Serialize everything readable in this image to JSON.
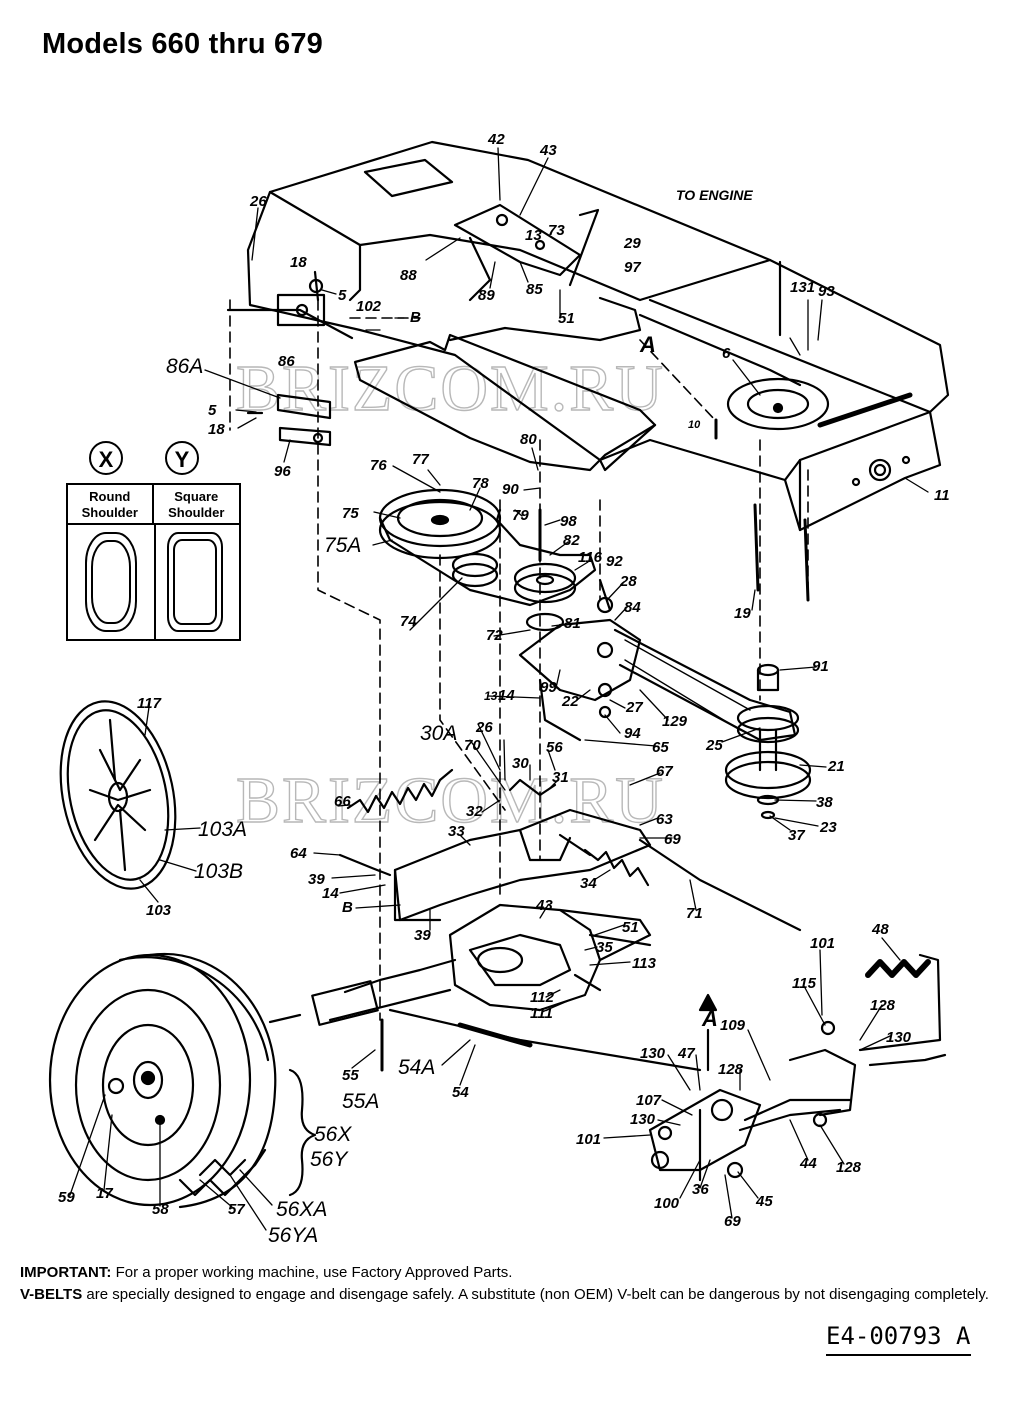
{
  "title": "Models 660 thru 679",
  "watermark": "BRIZCOM.RU",
  "shoulder": {
    "x_letter": "X",
    "y_letter": "Y",
    "round": "Round Shoulder",
    "square": "Square Shoulder"
  },
  "to_engine": "TO ENGINE",
  "notes": {
    "important_key": "IMPORTANT:",
    "important_text": "For a proper working machine, use Factory Approved Parts.",
    "vbelts_key": "V-BELTS",
    "vbelts_text": "are specially designed to engage and disengage safely. A substitute (non OEM) V-belt can be dangerous by not disengaging completely."
  },
  "ref_code": "E4-00793 A",
  "callouts": [
    "42",
    "43",
    "26",
    "73",
    "13",
    "29",
    "97",
    "88",
    "89",
    "85",
    "51",
    "18",
    "5",
    "102",
    "B",
    "A",
    "131",
    "93",
    "86A",
    "86",
    "5",
    "18",
    "96",
    "6",
    "10",
    "11",
    "80",
    "76",
    "77",
    "78",
    "90",
    "75",
    "75A",
    "79",
    "98",
    "82",
    "116",
    "92",
    "74",
    "28",
    "84",
    "72",
    "81",
    "19",
    "91",
    "14",
    "99",
    "13",
    "22",
    "27",
    "129",
    "94",
    "65",
    "25",
    "30A",
    "26",
    "70",
    "56",
    "30",
    "31",
    "67",
    "21",
    "66",
    "32",
    "33",
    "63",
    "69",
    "38",
    "37",
    "23",
    "117",
    "103A",
    "103B",
    "103",
    "64",
    "39",
    "14",
    "B",
    "34",
    "71",
    "43",
    "51",
    "35",
    "113",
    "39",
    "48",
    "101",
    "115",
    "128",
    "130",
    "55",
    "55A",
    "54A",
    "54",
    "112",
    "111",
    "109",
    "130",
    "47",
    "128",
    "A",
    "107",
    "130",
    "101",
    "100",
    "36",
    "69",
    "45",
    "44",
    "128",
    "56X",
    "56Y",
    "56XA",
    "56YA",
    "59",
    "17",
    "58",
    "57"
  ]
}
